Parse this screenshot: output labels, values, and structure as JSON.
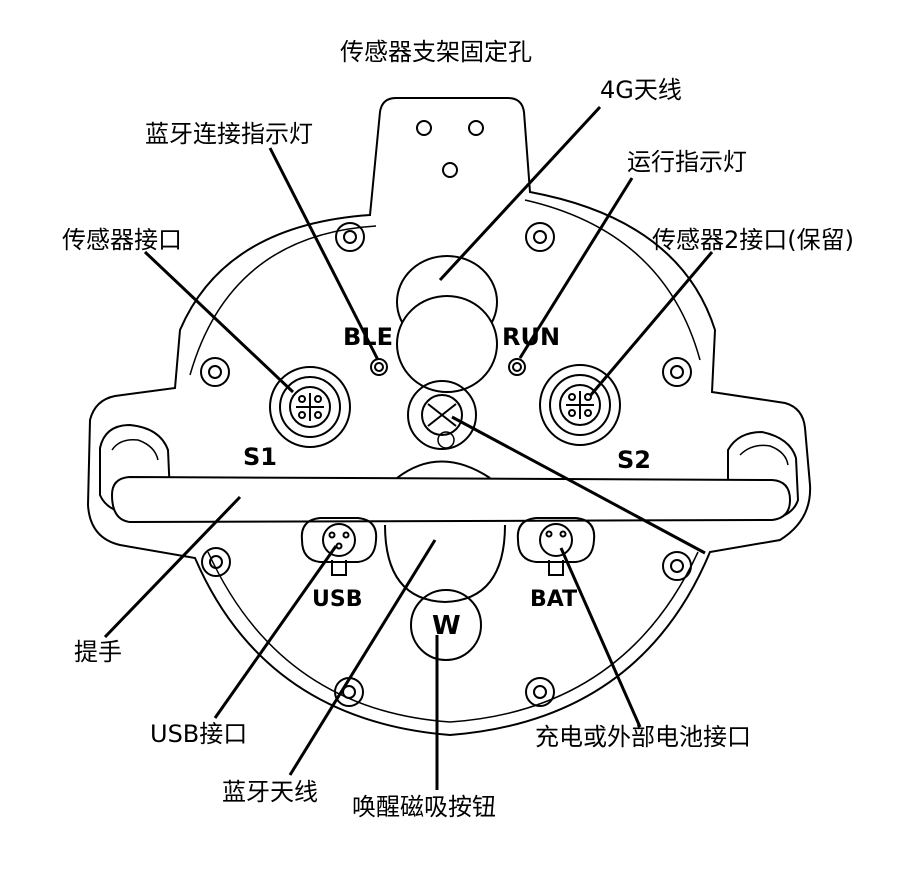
{
  "callouts": {
    "sensor_bracket_holes": "传感器支架固定孔",
    "antenna_4g": "4G天线",
    "ble_indicator": "蓝牙连接指示灯",
    "run_indicator": "运行指示灯",
    "sensor_port": "传感器接口",
    "sensor2_port": "传感器2接口(保留)",
    "handle": "提手",
    "usb_port": "USB接口",
    "ble_antenna": "蓝牙天线",
    "wake_button": "唤醒磁吸按钮",
    "battery_port": "充电或外部电池接口"
  },
  "panel_marks": {
    "ble": "BLE",
    "run": "RUN",
    "s1": "S1",
    "s2": "S2",
    "usb": "USB",
    "bat": "BAT",
    "wake": "W"
  },
  "colors": {
    "line": "#000000",
    "background": "#ffffff"
  }
}
